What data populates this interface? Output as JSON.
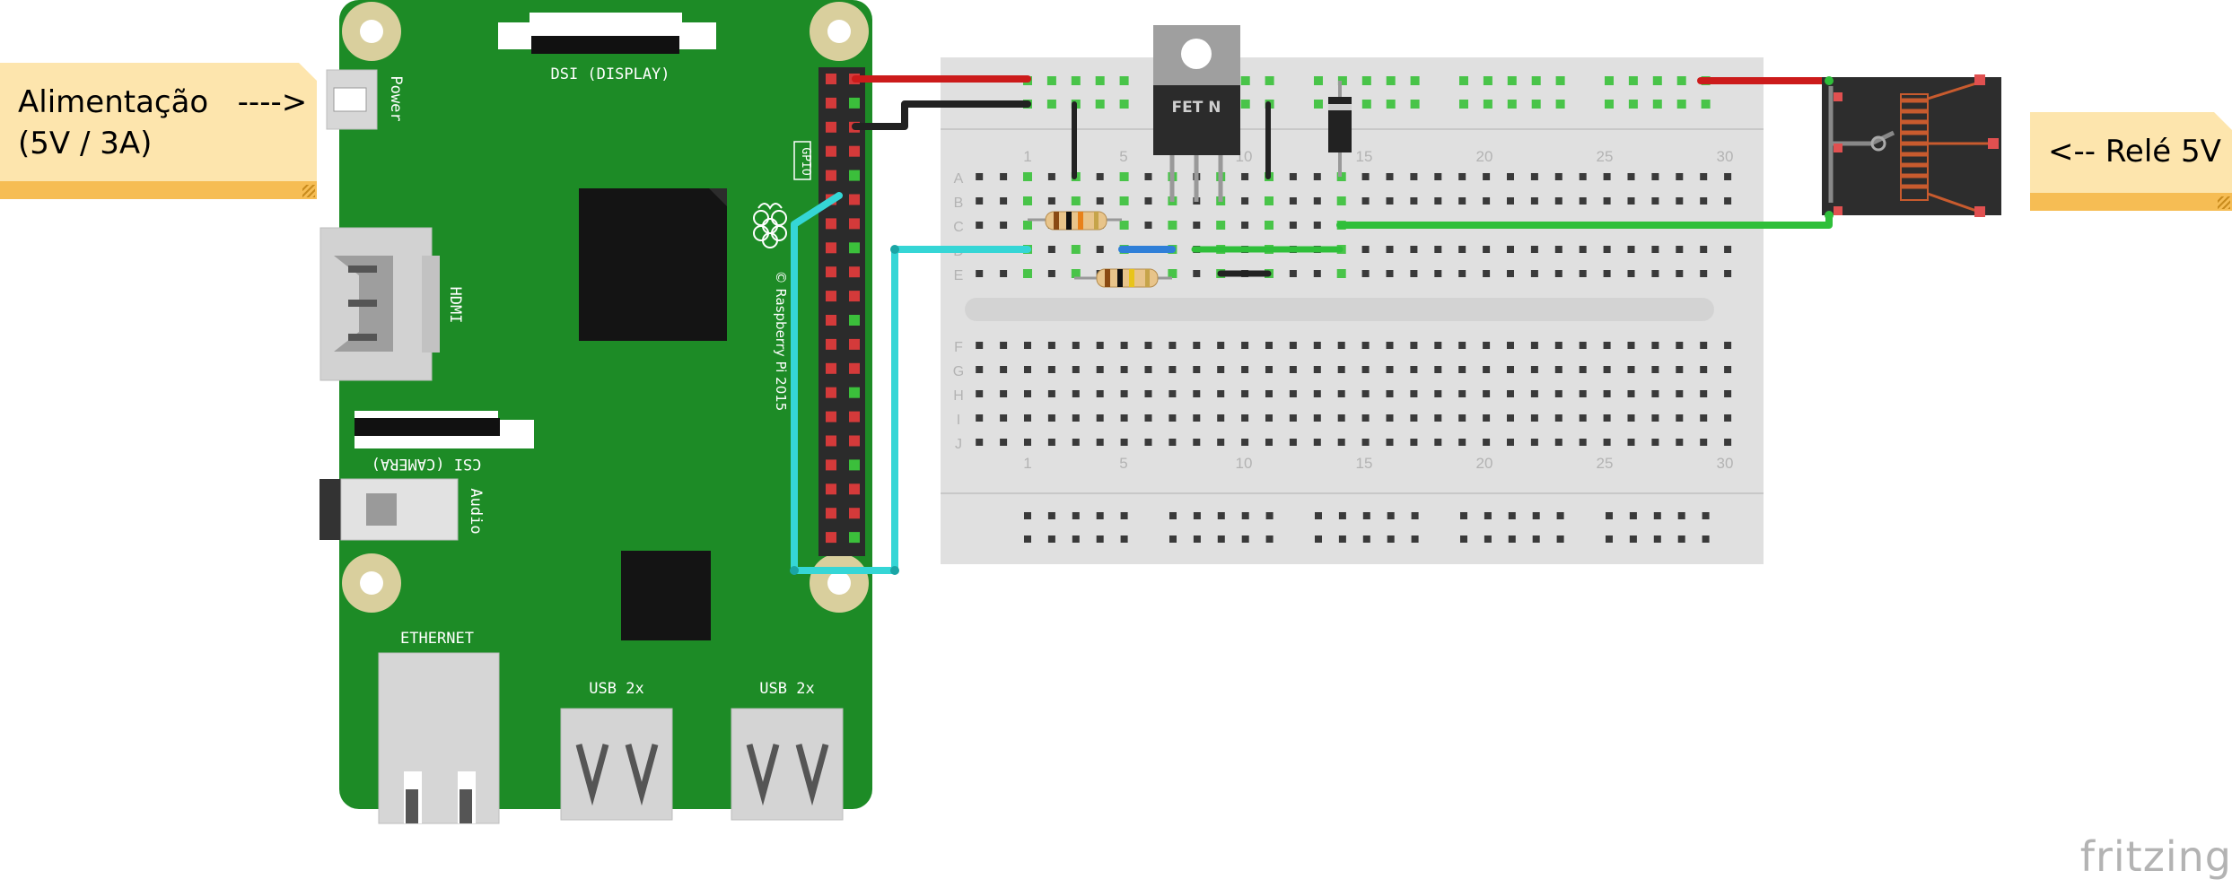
{
  "notes": {
    "power": {
      "line1": "Alimentação   ---->",
      "line2": "(5V / 3A)"
    },
    "relay": {
      "text": "<-- Relé 5V"
    }
  },
  "raspberry_pi": {
    "power_label": "Power",
    "hdmi_label": "HDMI",
    "dsi_label": "DSI (DISPLAY)",
    "csi_label": "CSI (CAMERA)",
    "audio_label": "Audio",
    "gpio_label": "GPIO",
    "ethernet_label": "ETHERNET",
    "usb_label_1": "USB 2x",
    "usb_label_2": "USB 2x",
    "copyright": "© Raspberry Pi 2015"
  },
  "breadboard": {
    "column_numbers": [
      "1",
      "5",
      "10",
      "15",
      "20",
      "25",
      "30"
    ],
    "row_letters_top": [
      "A",
      "B",
      "C",
      "D",
      "E"
    ],
    "row_letters_bottom": [
      "F",
      "G",
      "H",
      "I",
      "J"
    ]
  },
  "transistor": {
    "label": "FET N"
  },
  "watermark": "fritzing",
  "colors": {
    "pi_board": "#1d8b26",
    "wire_red": "#cc1b1b",
    "wire_black": "#2a2a2a",
    "wire_green": "#2fbf3a",
    "wire_cyan": "#35d6d6",
    "note_fill": "#fde5ad",
    "note_band": "#f6bd54"
  }
}
